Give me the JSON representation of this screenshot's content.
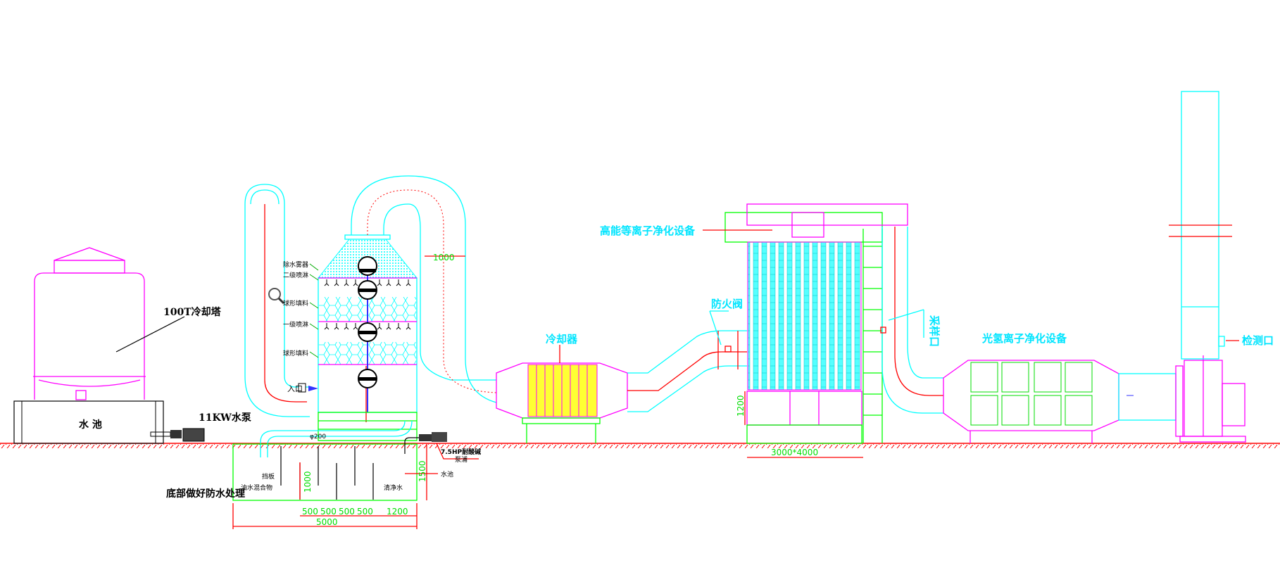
{
  "labels": {
    "cooling_tower": "100T冷却塔",
    "water_pool": "水  池",
    "pump_11kw": "11KW水泵",
    "inlet": "入口",
    "demister": "除水雾器",
    "spray_level2": "二级喷淋",
    "packing_upper": "球形填料",
    "spray_level1": "一级喷淋",
    "packing_lower": "球形填料",
    "pipe_diameter": "φ200",
    "pump_7_5hp_line1": "7.5HP耐酸碱",
    "pump_7_5hp_line2": "泵浦",
    "baffle": "挡板",
    "oil_water": "油水混合物",
    "clean_water": "清净水",
    "water_pool_arrow": "水池",
    "waterproof": "底部做好防水处理",
    "cooler": "冷却器",
    "fire_damper": "防火阀",
    "plasma_equipment": "高能等离子净化设备",
    "sampling_port": "采样口",
    "photo_equipment": "光氢离子净化设备",
    "test_port": "检测口"
  },
  "dimensions": {
    "duct_offset": "1000",
    "pool_depth": "1500",
    "baffle_height": "1000",
    "seg1": "500",
    "seg2": "500",
    "seg3": "500",
    "seg4": "500",
    "seg5": "1200",
    "pool_length": "5000",
    "plasma_base_height": "1200",
    "plasma_footprint": "3000*4000"
  },
  "colors": {
    "duct": "#00ffff",
    "equipment": "#ff00ff",
    "frame": "#00ff00",
    "dimension": "#ff0000",
    "filter": "#ffff33"
  }
}
